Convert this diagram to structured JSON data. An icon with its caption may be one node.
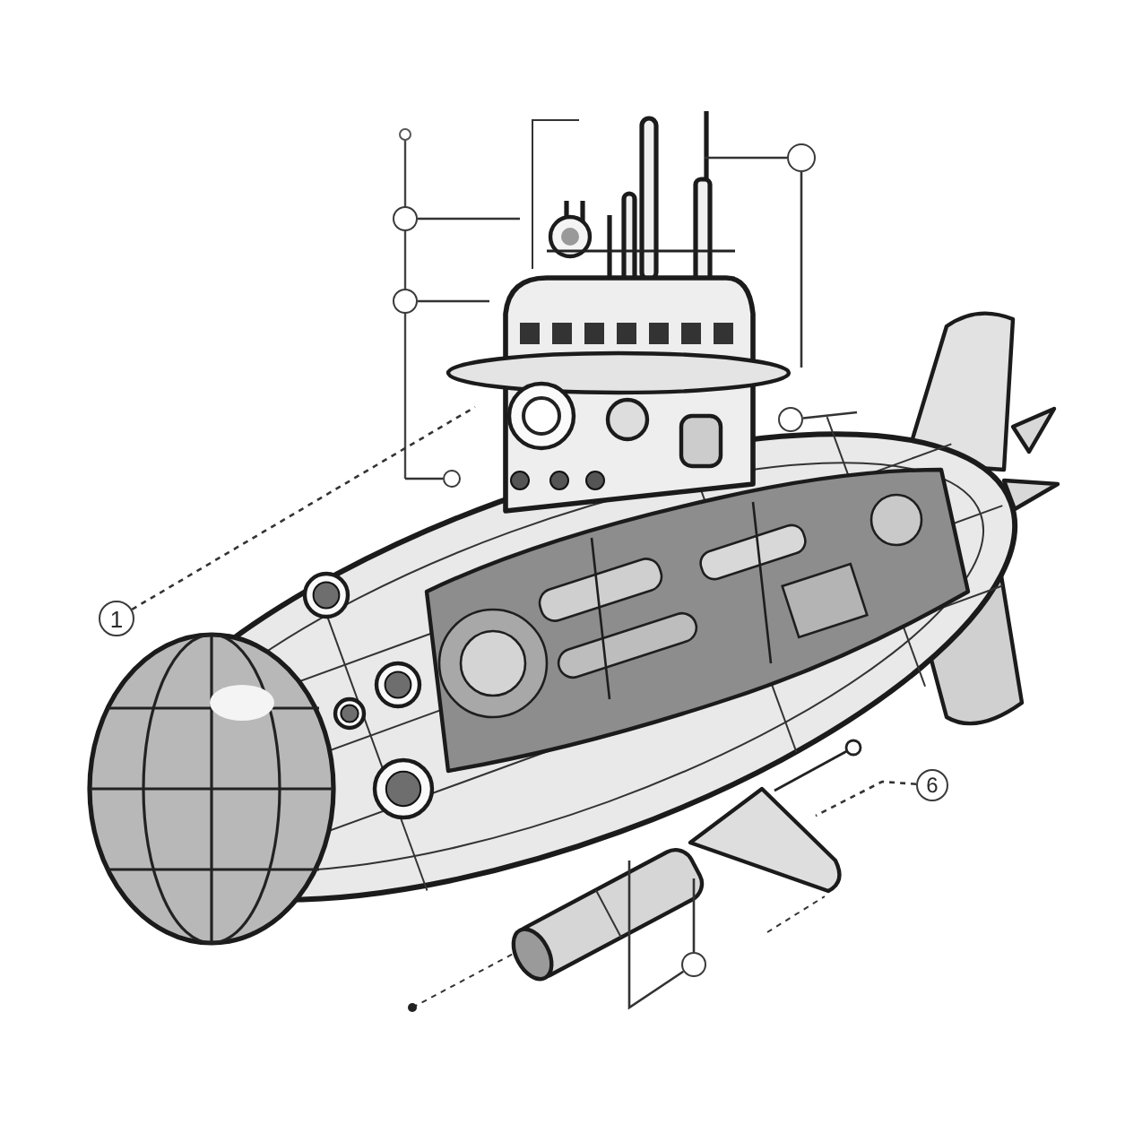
{
  "diagram": {
    "nodes": [
      {
        "text": [
          "1"
        ]
      },
      {
        "text": [
          "6"
        ]
      },
      {
        "text": [],
        "shape": "circle"
      },
      {
        "text": [],
        "shape": "circle"
      },
      {
        "text": [],
        "shape": "circle"
      },
      {
        "text": [],
        "shape": "circle"
      },
      {
        "text": [],
        "shape": "circle"
      },
      {
        "text": [],
        "shape": "circle"
      }
    ],
    "edges": [
      {
        "from": 0,
        "to": null,
        "arrow": "none",
        "style": "dashed"
      },
      {
        "from": 1,
        "to": null,
        "arrow": "none",
        "style": "dashed"
      },
      {
        "from": 2,
        "to": null,
        "arrow": "none"
      },
      {
        "from": 3,
        "to": null,
        "arrow": "none"
      },
      {
        "from": 4,
        "to": null,
        "arrow": "none"
      },
      {
        "from": 5,
        "to": null,
        "arrow": "none"
      },
      {
        "from": 5,
        "to": null,
        "arrow": "none"
      },
      {
        "from": 6,
        "to": null,
        "arrow": "none"
      },
      {
        "from": 7,
        "to": null,
        "arrow": "none"
      },
      {
        "from": 7,
        "to": null,
        "arrow": "none"
      }
    ]
  }
}
